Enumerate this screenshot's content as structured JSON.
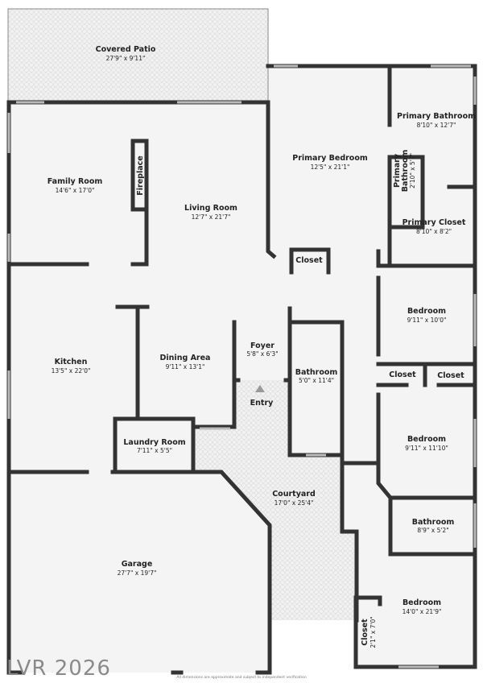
{
  "rooms": {
    "covered_patio": {
      "name": "Covered Patio",
      "dim": "27'9\" x 9'11\""
    },
    "family_room": {
      "name": "Family Room",
      "dim": "14'6\" x 17'0\""
    },
    "fireplace": {
      "name": "Fireplace"
    },
    "living_room": {
      "name": "Living Room",
      "dim": "12'7\" x 21'7\""
    },
    "primary_bedroom": {
      "name": "Primary Bedroom",
      "dim": "12'5\" x 21'1\""
    },
    "primary_bathroom": {
      "name": "Primary Bathroom",
      "dim": "8'10\" x 12'7\""
    },
    "primary_bathroom_small": {
      "name1": "Primary",
      "name2": "Bathroom",
      "dim": "2'10\" x 5'7\""
    },
    "primary_closet": {
      "name": "Primary Closet",
      "dim": "8'10\" x 8'2\""
    },
    "closet_bedroom": {
      "name": "Closet"
    },
    "bedroom_1": {
      "name": "Bedroom",
      "dim": "9'11\" x 10'0\""
    },
    "closet_a": {
      "name": "Closet"
    },
    "closet_b": {
      "name": "Closet"
    },
    "kitchen": {
      "name": "Kitchen",
      "dim": "13'5\" x 22'0\""
    },
    "dining_area": {
      "name": "Dining Area",
      "dim": "9'11\" x 13'1\""
    },
    "foyer": {
      "name": "Foyer",
      "dim": "5'8\" x 6'3\""
    },
    "entry": {
      "name": "Entry"
    },
    "bathroom_1": {
      "name": "Bathroom",
      "dim": "5'0\" x 11'4\""
    },
    "bedroom_2": {
      "name": "Bedroom",
      "dim": "9'11\" x 11'10\""
    },
    "laundry_room": {
      "name": "Laundry Room",
      "dim": "7'11\" x 5'5\""
    },
    "courtyard": {
      "name": "Courtyard",
      "dim": "17'0\" x 25'4\""
    },
    "bathroom_2": {
      "name": "Bathroom",
      "dim": "8'9\" x 5'2\""
    },
    "garage": {
      "name": "Garage",
      "dim": "27'7\" x 19'7\""
    },
    "bedroom_3": {
      "name": "Bedroom",
      "dim": "14'0\" x 21'9\""
    },
    "closet_small": {
      "name": "Closet",
      "dim": "2'1\" x 7'0\""
    }
  },
  "watermark": "LVR 2026",
  "disclaimer": "All dimensions are approximate and subject to independent verification"
}
